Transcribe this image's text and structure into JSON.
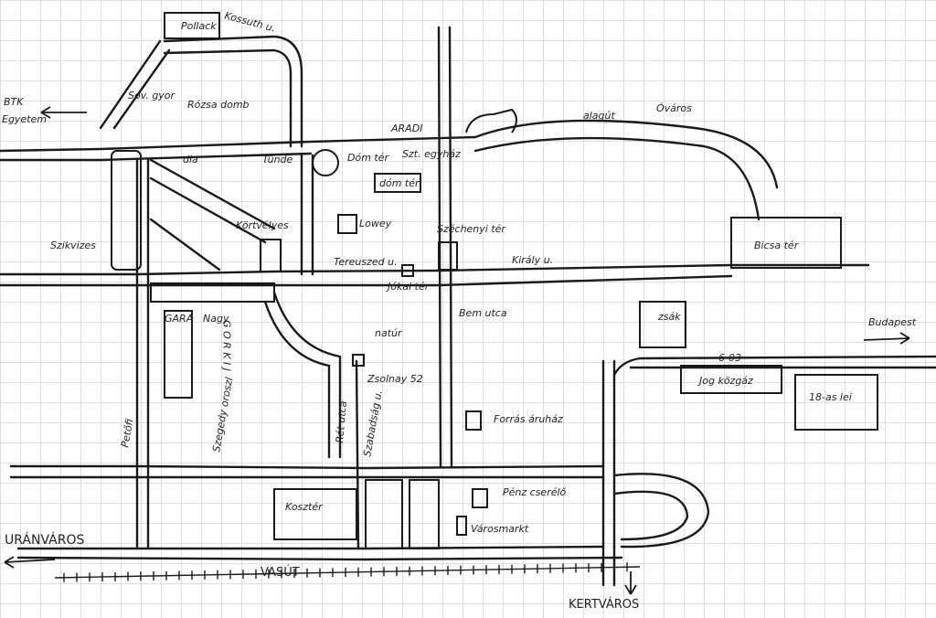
{
  "map": {
    "labels": {
      "pollack": "Pollack",
      "kossuth_top": "Kossuth u.",
      "btk": "BTK",
      "egyetem": "Egyetem",
      "rozsa_domb": "Rózsa domb",
      "sov_gyor": "Sov. gyor",
      "aradi": "ARADI",
      "alagut": "alagút",
      "ovaros": "Óváros",
      "dia": "dia",
      "tunde": "Tünde",
      "dom_ter": "Dóm tér",
      "szechenyi_egyhaz": "Szt. egyház",
      "dom_ter_2": "dóm tér",
      "kortvelyes": "Körtvélyes",
      "lowey": "Lowey",
      "szechenyi_ter": "Széchenyi tér",
      "szikvizes": "Szikvizes",
      "tereuszed": "Tereuszed u.",
      "kiraly": "Király u.",
      "bicsa_ter": "Bicsa tér",
      "jokai_ter": "Jókai tér",
      "bem_utca": "Bem utca",
      "zsak": "zsák",
      "budapest": "Budapest",
      "gara": "GARA",
      "gorkij": "G O R K I J",
      "nagy": "Nagy",
      "natur": "natúr",
      "b_03": "6-03",
      "jog_kozgaz": "Jog közgáz",
      "lei_18": "18-as lei",
      "zsolnay": "Zsolnay 52",
      "petofi": "Petőfi",
      "szegedy": "Szegedy oroszl",
      "rakoczi": "Rét utca",
      "szabadsag": "Szabadság u.",
      "forras": "Forrás áruház",
      "koszter": "Kosztér",
      "penz_csere": "Pénz cserélő",
      "varos": "Városmarkt",
      "uranvaros": "URÁNVÁROS",
      "vasut": "VASÚT",
      "kertvaros": "KERTVÁROS"
    },
    "colors": {
      "ink": "#1a1a1a",
      "grid": "#b8b8b8",
      "paper": "#ffffff"
    }
  }
}
